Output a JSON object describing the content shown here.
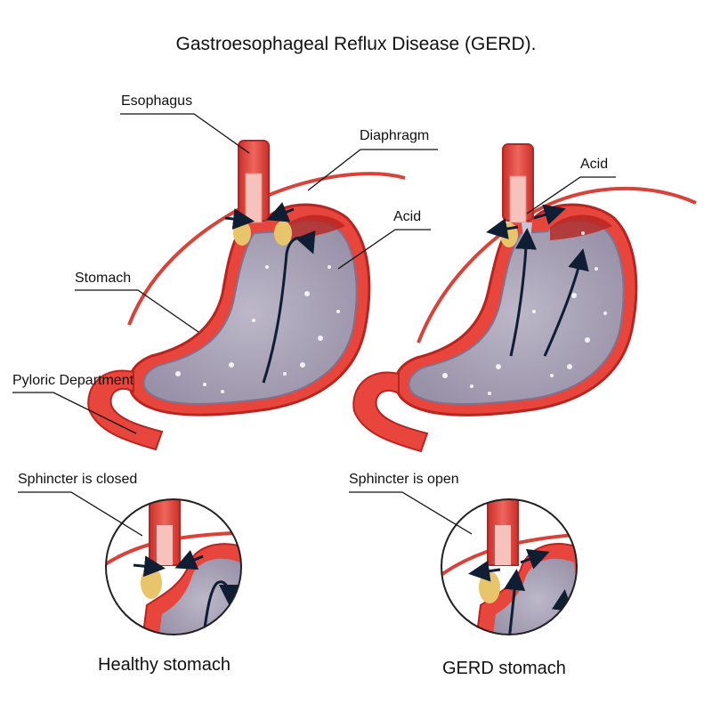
{
  "title": "Gastroesophageal Reflux Disease (GERD).",
  "labels": {
    "esophagus": "Esophagus",
    "diaphragm": "Diaphragm",
    "acid_left": "Acid",
    "acid_right": "Acid",
    "stomach": "Stomach",
    "pyloric": "Pyloric Department",
    "sphincter_closed": "Sphincter is closed",
    "sphincter_open": "Sphincter is open"
  },
  "captions": {
    "healthy": "Healthy stomach",
    "gerd": "GERD stomach"
  },
  "colors": {
    "tissue": "#e8453c",
    "tissue_dark": "#b8241f",
    "lining": "#9c8fa5",
    "acid_fill": "#a9a3b7",
    "arrow": "#0f1e33",
    "fat": "#e8c56a"
  }
}
